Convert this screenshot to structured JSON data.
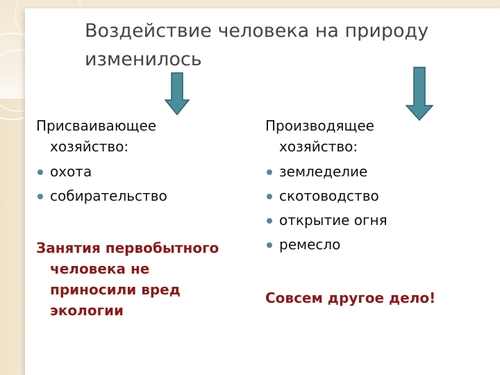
{
  "title": "Воздействие человека на природу изменилось",
  "left_column": {
    "heading_line1": "Присваивающее",
    "heading_line2": "хозяйство:",
    "items": [
      "охота",
      "собирательство"
    ],
    "note_lines": [
      "Занятия первобытного",
      "человека не",
      "приносили вред",
      "экологии"
    ]
  },
  "right_column": {
    "heading_line1": "Производящее",
    "heading_line2": "хозяйство:",
    "items": [
      "земледелие",
      "скотоводство",
      "открытие огня",
      "ремесло"
    ],
    "note": "Совсем другое дело!"
  },
  "colors": {
    "arrow_fill": "#4a8e9c",
    "arrow_stroke": "#2f5f68",
    "bullet": "#4d8c95",
    "note_text": "#8b1a1a",
    "frame_beige": "#efe2c8"
  },
  "icons": [
    "down-arrow-icon",
    "bullet-icon"
  ]
}
